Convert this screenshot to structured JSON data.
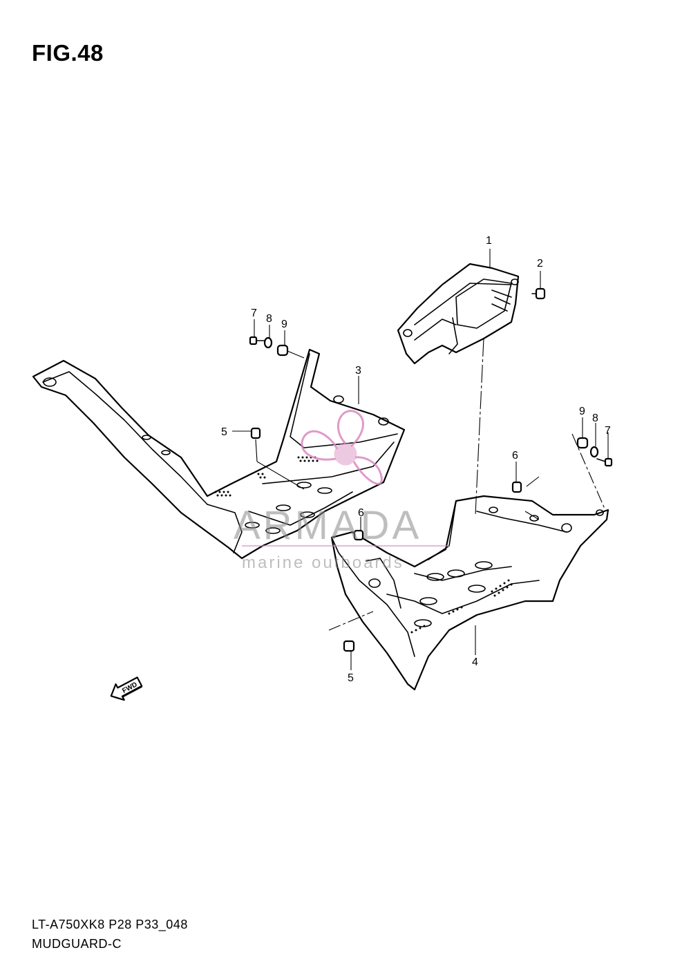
{
  "figure": {
    "title": "FIG.48",
    "model_code": "LT-A750XK8 P28 P33_048",
    "section_name": "MUDGUARD-C"
  },
  "callouts": [
    "1",
    "2",
    "3",
    "4",
    "5",
    "5",
    "6",
    "6",
    "7",
    "7",
    "8",
    "8",
    "9",
    "9"
  ],
  "direction_label": "FWD",
  "watermark": {
    "brand": "ARMADA",
    "tagline": "marine outboards",
    "logo_color": "#d98ac0",
    "text_color": "#8a8a8a"
  }
}
